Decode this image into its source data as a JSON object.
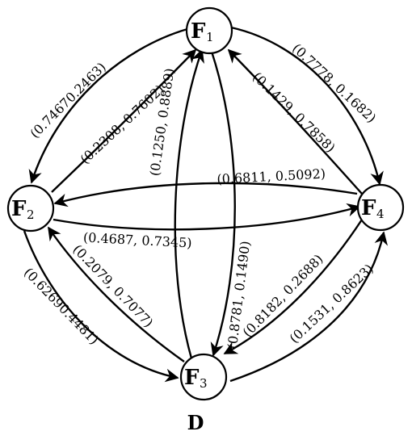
{
  "nodes": {
    "f1": {
      "letter": "F",
      "sub": "1"
    },
    "f2": {
      "letter": "F",
      "sub": "2"
    },
    "f3": {
      "letter": "F",
      "sub": "3"
    },
    "f4": {
      "letter": "F",
      "sub": "4"
    }
  },
  "edges": {
    "f1_f2_outer": "(0.74670.2463)",
    "f2_f1_inner": "(0.2308, 0.7602)",
    "f3_f1_left": "(0.1250, 0.8889)",
    "f1_f3_right": "(0.8781, 0.1490)",
    "f1_f4_outer": "(0.7778, 0.1682)",
    "f4_f1_inner": "(0.1429, 0.7858)",
    "f4_f2_top": "(0.6811, 0.5092)",
    "f2_f4_bottom": "(0.4687, 0.7345)",
    "f2_f3_outer": "(0.62690.4481)",
    "f3_f2_inner": "(0.2079, 0.7077)",
    "f4_f3_inner": "(0.8182, 0.2688)",
    "f3_f4_outer": "(0.1531, 0.8623)"
  },
  "caption": "D"
}
